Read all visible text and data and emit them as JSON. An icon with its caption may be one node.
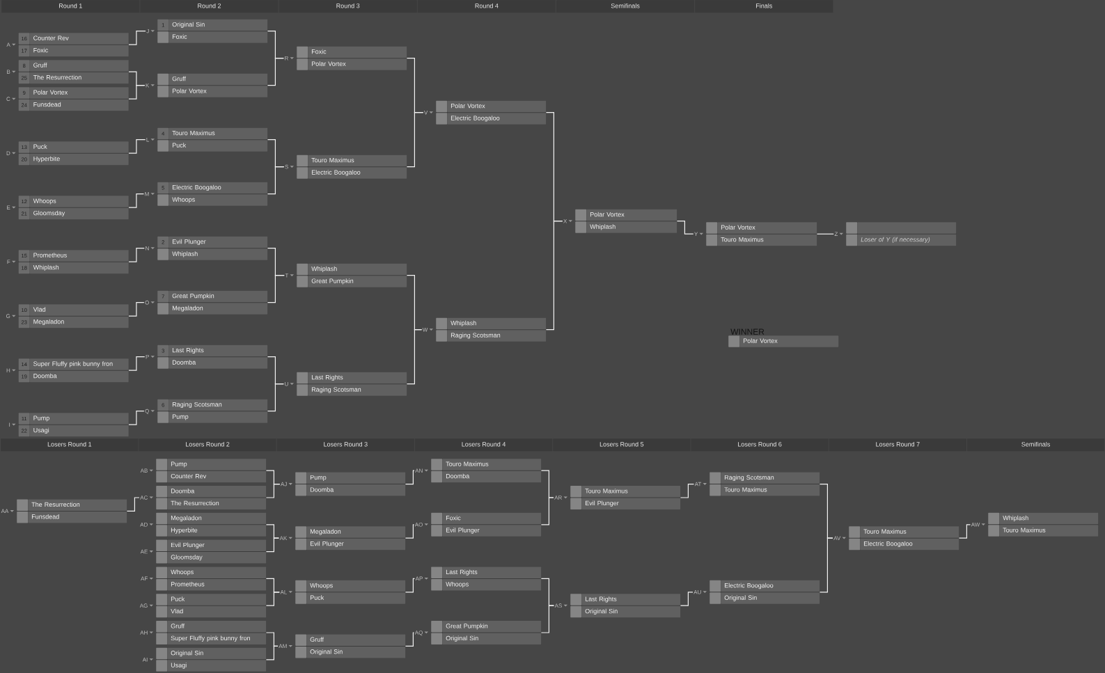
{
  "diagram": {
    "nodes": [
      {
        "text": [
          "Round 1"
        ]
      },
      {
        "text": [
          "Round 2"
        ]
      },
      {
        "text": [
          "Round 3"
        ]
      },
      {
        "text": [
          "Round 4"
        ]
      },
      {
        "text": [
          "Semifinals"
        ]
      },
      {
        "text": [
          "Finals"
        ]
      },
      {
        "text": [
          "A"
        ]
      },
      {
        "text": [
          "16",
          "Counter Rev"
        ],
        "in": 6
      },
      {
        "text": [
          "17",
          "Foxic"
        ],
        "in": 6
      },
      {
        "text": [
          "B"
        ]
      },
      {
        "text": [
          "8",
          "Gruff"
        ],
        "in": 9
      },
      {
        "text": [
          "25",
          "The Resurrection"
        ],
        "in": 9
      },
      {
        "text": [
          "C"
        ]
      },
      {
        "text": [
          "9",
          "Polar Vortex"
        ],
        "in": 12
      },
      {
        "text": [
          "24",
          "Funsdead"
        ],
        "in": 12
      },
      {
        "text": [
          "D"
        ]
      },
      {
        "text": [
          "13",
          "Puck"
        ],
        "in": 15
      },
      {
        "text": [
          "20",
          "Hyperbite"
        ],
        "in": 15
      },
      {
        "text": [
          "E"
        ]
      },
      {
        "text": [
          "12",
          "Whoops"
        ],
        "in": 18
      },
      {
        "text": [
          "21",
          "Gloomsday"
        ],
        "in": 18
      },
      {
        "text": [
          "F"
        ]
      },
      {
        "text": [
          "15",
          "Prometheus"
        ],
        "in": 21
      },
      {
        "text": [
          "18",
          "Whiplash"
        ],
        "in": 21
      },
      {
        "text": [
          "G"
        ]
      },
      {
        "text": [
          "10",
          "Vlad"
        ],
        "in": 24
      },
      {
        "text": [
          "23",
          "Megaladon"
        ],
        "in": 24
      },
      {
        "text": [
          "H"
        ]
      },
      {
        "text": [
          "14",
          "Super Fluffy pink bunny fron"
        ],
        "in": 27
      },
      {
        "text": [
          "19",
          "Doomba"
        ],
        "in": 27
      },
      {
        "text": [
          "I"
        ]
      },
      {
        "text": [
          "11",
          "Pump"
        ],
        "in": 30
      },
      {
        "text": [
          "22",
          "Usagi"
        ],
        "in": 30
      },
      {
        "text": [
          "J"
        ]
      },
      {
        "text": [
          "1",
          "Original Sin"
        ],
        "in": 33
      },
      {
        "text": [
          "Foxic"
        ],
        "in": 33
      },
      {
        "text": [
          "K"
        ]
      },
      {
        "text": [
          "Gruff"
        ],
        "in": 36
      },
      {
        "text": [
          "Polar Vortex"
        ],
        "in": 36
      },
      {
        "text": [
          "L"
        ]
      },
      {
        "text": [
          "4",
          "Touro Maximus"
        ],
        "in": 39
      },
      {
        "text": [
          "Puck"
        ],
        "in": 39
      },
      {
        "text": [
          "M"
        ]
      },
      {
        "text": [
          "5",
          "Electric Boogaloo"
        ],
        "in": 42
      },
      {
        "text": [
          "Whoops"
        ],
        "in": 42
      },
      {
        "text": [
          "N"
        ]
      },
      {
        "text": [
          "2",
          "Evil Plunger"
        ],
        "in": 45
      },
      {
        "text": [
          "Whiplash"
        ],
        "in": 45
      },
      {
        "text": [
          "O"
        ]
      },
      {
        "text": [
          "7",
          "Great Pumpkin"
        ],
        "in": 48
      },
      {
        "text": [
          "Megaladon"
        ],
        "in": 48
      },
      {
        "text": [
          "P"
        ]
      },
      {
        "text": [
          "3",
          "Last Rights"
        ],
        "in": 51
      },
      {
        "text": [
          "Doomba"
        ],
        "in": 51
      },
      {
        "text": [
          "Q"
        ]
      },
      {
        "text": [
          "6",
          "Raging Scotsman"
        ],
        "in": 54
      },
      {
        "text": [
          "Pump"
        ],
        "in": 54
      },
      {
        "text": [
          "R"
        ]
      },
      {
        "text": [
          "Foxic"
        ],
        "in": 57
      },
      {
        "text": [
          "Polar Vortex"
        ],
        "in": 57
      },
      {
        "text": [
          "S"
        ]
      },
      {
        "text": [
          "Touro Maximus"
        ],
        "in": 60
      },
      {
        "text": [
          "Electric Boogaloo"
        ],
        "in": 60
      },
      {
        "text": [
          "T"
        ]
      },
      {
        "text": [
          "Whiplash"
        ],
        "in": 63
      },
      {
        "text": [
          "Great Pumpkin"
        ],
        "in": 63
      },
      {
        "text": [
          "U"
        ]
      },
      {
        "text": [
          "Last Rights"
        ],
        "in": 66
      },
      {
        "text": [
          "Raging Scotsman"
        ],
        "in": 66
      },
      {
        "text": [
          "V"
        ]
      },
      {
        "text": [
          "Polar Vortex"
        ],
        "in": 69
      },
      {
        "text": [
          "Electric Boogaloo"
        ],
        "in": 69
      },
      {
        "text": [
          "W"
        ]
      },
      {
        "text": [
          "Whiplash"
        ],
        "in": 72
      },
      {
        "text": [
          "Raging Scotsman"
        ],
        "in": 72
      },
      {
        "text": [
          "X"
        ]
      },
      {
        "text": [
          "Polar Vortex"
        ],
        "in": 75
      },
      {
        "text": [
          "Whiplash"
        ],
        "in": 75
      },
      {
        "text": [
          "Y"
        ]
      },
      {
        "text": [
          "Polar Vortex"
        ],
        "in": 78
      },
      {
        "text": [
          "Touro Maximus"
        ],
        "in": 78
      },
      {
        "text": [
          "Z"
        ]
      },
      {
        "text": [],
        "shape": "box",
        "in": 81
      },
      {
        "text": [
          "Loser of Y (if necessary)"
        ],
        "in": 81
      },
      {
        "text": [
          "WINNER"
        ]
      },
      {
        "text": [
          "Polar Vortex"
        ],
        "in": 84
      },
      {
        "text": [
          "Losers Round 1"
        ]
      },
      {
        "text": [
          "Losers Round 2"
        ]
      },
      {
        "text": [
          "Losers Round 3"
        ]
      },
      {
        "text": [
          "Losers Round 4"
        ]
      },
      {
        "text": [
          "Losers Round 5"
        ]
      },
      {
        "text": [
          "Losers Round 6"
        ]
      },
      {
        "text": [
          "Losers Round 7"
        ]
      },
      {
        "text": [
          "Semifinals"
        ]
      },
      {
        "text": [
          "AA"
        ]
      },
      {
        "text": [
          "The Resurrection"
        ],
        "in": 94
      },
      {
        "text": [
          "Funsdead"
        ],
        "in": 94
      },
      {
        "text": [
          "AB"
        ]
      },
      {
        "text": [
          "Pump"
        ],
        "in": 97
      },
      {
        "text": [
          "Counter Rev"
        ],
        "in": 97
      },
      {
        "text": [
          "AC"
        ]
      },
      {
        "text": [
          "Doomba"
        ],
        "in": 100
      },
      {
        "text": [
          "The Resurrection"
        ],
        "in": 100
      },
      {
        "text": [
          "AD"
        ]
      },
      {
        "text": [
          "Megaladon"
        ],
        "in": 103
      },
      {
        "text": [
          "Hyperbite"
        ],
        "in": 103
      },
      {
        "text": [
          "AE"
        ]
      },
      {
        "text": [
          "Evil Plunger"
        ],
        "in": 106
      },
      {
        "text": [
          "Gloomsday"
        ],
        "in": 106
      },
      {
        "text": [
          "AF"
        ]
      },
      {
        "text": [
          "Whoops"
        ],
        "in": 109
      },
      {
        "text": [
          "Prometheus"
        ],
        "in": 109
      },
      {
        "text": [
          "AG"
        ]
      },
      {
        "text": [
          "Puck"
        ],
        "in": 112
      },
      {
        "text": [
          "Vlad"
        ],
        "in": 112
      },
      {
        "text": [
          "AH"
        ]
      },
      {
        "text": [
          "Gruff"
        ],
        "in": 115
      },
      {
        "text": [
          "Super Fluffy pink bunny fron"
        ],
        "in": 115
      },
      {
        "text": [
          "AI"
        ]
      },
      {
        "text": [
          "Original Sin"
        ],
        "in": 118
      },
      {
        "text": [
          "Usagi"
        ],
        "in": 118
      },
      {
        "text": [
          "AJ"
        ]
      },
      {
        "text": [
          "Pump"
        ],
        "in": 121
      },
      {
        "text": [
          "Doomba"
        ],
        "in": 121
      },
      {
        "text": [
          "AK"
        ]
      },
      {
        "text": [
          "Megaladon"
        ],
        "in": 124
      },
      {
        "text": [
          "Evil Plunger"
        ],
        "in": 124
      },
      {
        "text": [
          "AL"
        ]
      },
      {
        "text": [
          "Whoops"
        ],
        "in": 127
      },
      {
        "text": [
          "Puck"
        ],
        "in": 127
      },
      {
        "text": [
          "AM"
        ]
      },
      {
        "text": [
          "Gruff"
        ],
        "in": 130
      },
      {
        "text": [
          "Original Sin"
        ],
        "in": 130
      },
      {
        "text": [
          "AN"
        ]
      },
      {
        "text": [
          "Touro Maximus"
        ],
        "in": 133
      },
      {
        "text": [
          "Doomba"
        ],
        "in": 133
      },
      {
        "text": [
          "AO"
        ]
      },
      {
        "text": [
          "Foxic"
        ],
        "in": 136
      },
      {
        "text": [
          "Evil Plunger"
        ],
        "in": 136
      },
      {
        "text": [
          "AP"
        ]
      },
      {
        "text": [
          "Last Rights"
        ],
        "in": 139
      },
      {
        "text": [
          "Whoops"
        ],
        "in": 139
      },
      {
        "text": [
          "AQ"
        ]
      },
      {
        "text": [
          "Great Pumpkin"
        ],
        "in": 142
      },
      {
        "text": [
          "Original Sin"
        ],
        "in": 142
      },
      {
        "text": [
          "AR"
        ]
      },
      {
        "text": [
          "Touro Maximus"
        ],
        "in": 145
      },
      {
        "text": [
          "Evil Plunger"
        ],
        "in": 145
      },
      {
        "text": [
          "AS"
        ]
      },
      {
        "text": [
          "Last Rights"
        ],
        "in": 148
      },
      {
        "text": [
          "Original Sin"
        ],
        "in": 148
      },
      {
        "text": [
          "AT"
        ]
      },
      {
        "text": [
          "Raging Scotsman"
        ],
        "in": 151
      },
      {
        "text": [
          "Touro Maximus"
        ],
        "in": 151
      },
      {
        "text": [
          "AU"
        ]
      },
      {
        "text": [
          "Electric Boogaloo"
        ],
        "in": 154
      },
      {
        "text": [
          "Original Sin"
        ],
        "in": 154
      },
      {
        "text": [
          "AV"
        ]
      },
      {
        "text": [
          "Touro Maximus"
        ],
        "in": 157
      },
      {
        "text": [
          "Electric Boogaloo"
        ],
        "in": 157
      },
      {
        "text": [
          "AW"
        ]
      },
      {
        "text": [
          "Whiplash"
        ],
        "in": 160
      },
      {
        "text": [
          "Touro Maximus"
        ],
        "in": 160
      }
    ],
    "edges": [
      {
        "from": 6,
        "to": 33,
        "arrow": "none"
      },
      {
        "from": 9,
        "to": 36,
        "arrow": "none"
      },
      {
        "from": 12,
        "to": 36,
        "arrow": "none"
      },
      {
        "from": 15,
        "to": 39,
        "arrow": "none"
      },
      {
        "from": 18,
        "to": 42,
        "arrow": "none"
      },
      {
        "from": 21,
        "to": 45,
        "arrow": "none"
      },
      {
        "from": 24,
        "to": 48,
        "arrow": "none"
      },
      {
        "from": 27,
        "to": 51,
        "arrow": "none"
      },
      {
        "from": 30,
        "to": 54,
        "arrow": "none"
      },
      {
        "from": 33,
        "to": 57,
        "arrow": "none"
      },
      {
        "from": 36,
        "to": 57,
        "arrow": "none"
      },
      {
        "from": 39,
        "to": 60,
        "arrow": "none"
      },
      {
        "from": 42,
        "to": 60,
        "arrow": "none"
      },
      {
        "from": 45,
        "to": 63,
        "arrow": "none"
      },
      {
        "from": 48,
        "to": 63,
        "arrow": "none"
      },
      {
        "from": 51,
        "to": 66,
        "arrow": "none"
      },
      {
        "from": 54,
        "to": 66,
        "arrow": "none"
      },
      {
        "from": 57,
        "to": 69,
        "arrow": "none"
      },
      {
        "from": 60,
        "to": 69,
        "arrow": "none"
      },
      {
        "from": 63,
        "to": 72,
        "arrow": "none"
      },
      {
        "from": 66,
        "to": 72,
        "arrow": "none"
      },
      {
        "from": 69,
        "to": 75,
        "arrow": "none"
      },
      {
        "from": 72,
        "to": 75,
        "arrow": "none"
      },
      {
        "from": 75,
        "to": 78,
        "arrow": "none"
      },
      {
        "from": 78,
        "to": 81,
        "arrow": "none"
      },
      {
        "from": 94,
        "to": 100,
        "arrow": "none"
      },
      {
        "from": 97,
        "to": 121,
        "arrow": "none"
      },
      {
        "from": 100,
        "to": 121,
        "arrow": "none"
      },
      {
        "from": 103,
        "to": 124,
        "arrow": "none"
      },
      {
        "from": 106,
        "to": 124,
        "arrow": "none"
      },
      {
        "from": 109,
        "to": 127,
        "arrow": "none"
      },
      {
        "from": 112,
        "to": 127,
        "arrow": "none"
      },
      {
        "from": 115,
        "to": 130,
        "arrow": "none"
      },
      {
        "from": 118,
        "to": 130,
        "arrow": "none"
      },
      {
        "from": 121,
        "to": 133,
        "arrow": "none"
      },
      {
        "from": 124,
        "to": 136,
        "arrow": "none"
      },
      {
        "from": 127,
        "to": 139,
        "arrow": "none"
      },
      {
        "from": 130,
        "to": 142,
        "arrow": "none"
      },
      {
        "from": 133,
        "to": 145,
        "arrow": "none"
      },
      {
        "from": 136,
        "to": 145,
        "arrow": "none"
      },
      {
        "from": 139,
        "to": 148,
        "arrow": "none"
      },
      {
        "from": 142,
        "to": 148,
        "arrow": "none"
      },
      {
        "from": 145,
        "to": 151,
        "arrow": "none"
      },
      {
        "from": 148,
        "to": 154,
        "arrow": "none"
      },
      {
        "from": 151,
        "to": 157,
        "arrow": "none"
      },
      {
        "from": 154,
        "to": 157,
        "arrow": "none"
      },
      {
        "from": 157,
        "to": 160,
        "arrow": "none"
      }
    ]
  }
}
